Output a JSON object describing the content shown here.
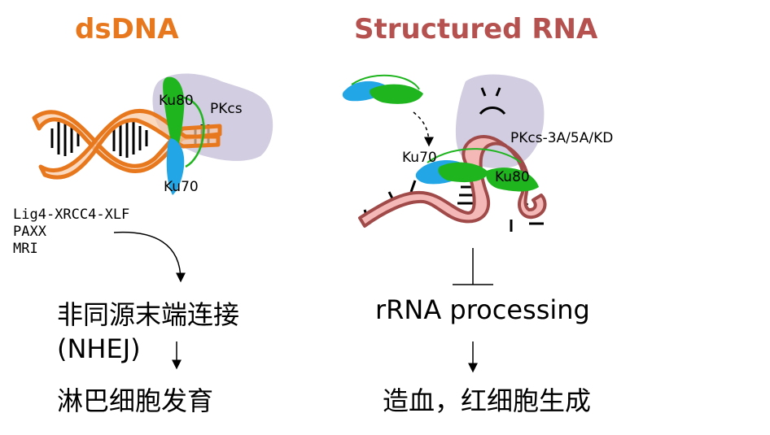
{
  "left": {
    "title": "dsDNA",
    "ku80": "Ku80",
    "ku70": "Ku70",
    "pkcs": "PKcs",
    "factors": [
      "Lig4-XRCC4-XLF",
      "PAXX",
      "MRI"
    ],
    "pathway": "非同源末端连接",
    "pathway_abbr": "(NHEJ)",
    "outcome": "淋巴细胞发育"
  },
  "right": {
    "title": "Structured RNA",
    "ku70": "Ku70",
    "ku80": "Ku80",
    "pkcs": "PKcs-3A/5A/KD",
    "process": "rRNA processing",
    "outcome": "造血，红细胞生成"
  },
  "colors": {
    "left_title": "#E8781E",
    "right_title": "#B5514E",
    "dna_fill": "#F9C9A4",
    "dna_stroke": "#E8781E",
    "rna_fill": "#F4B9B7",
    "rna_stroke": "#A04A4A",
    "ku80": "#1FB51F",
    "ku70": "#22A6E6",
    "pkcs": "#D2CDE0"
  }
}
